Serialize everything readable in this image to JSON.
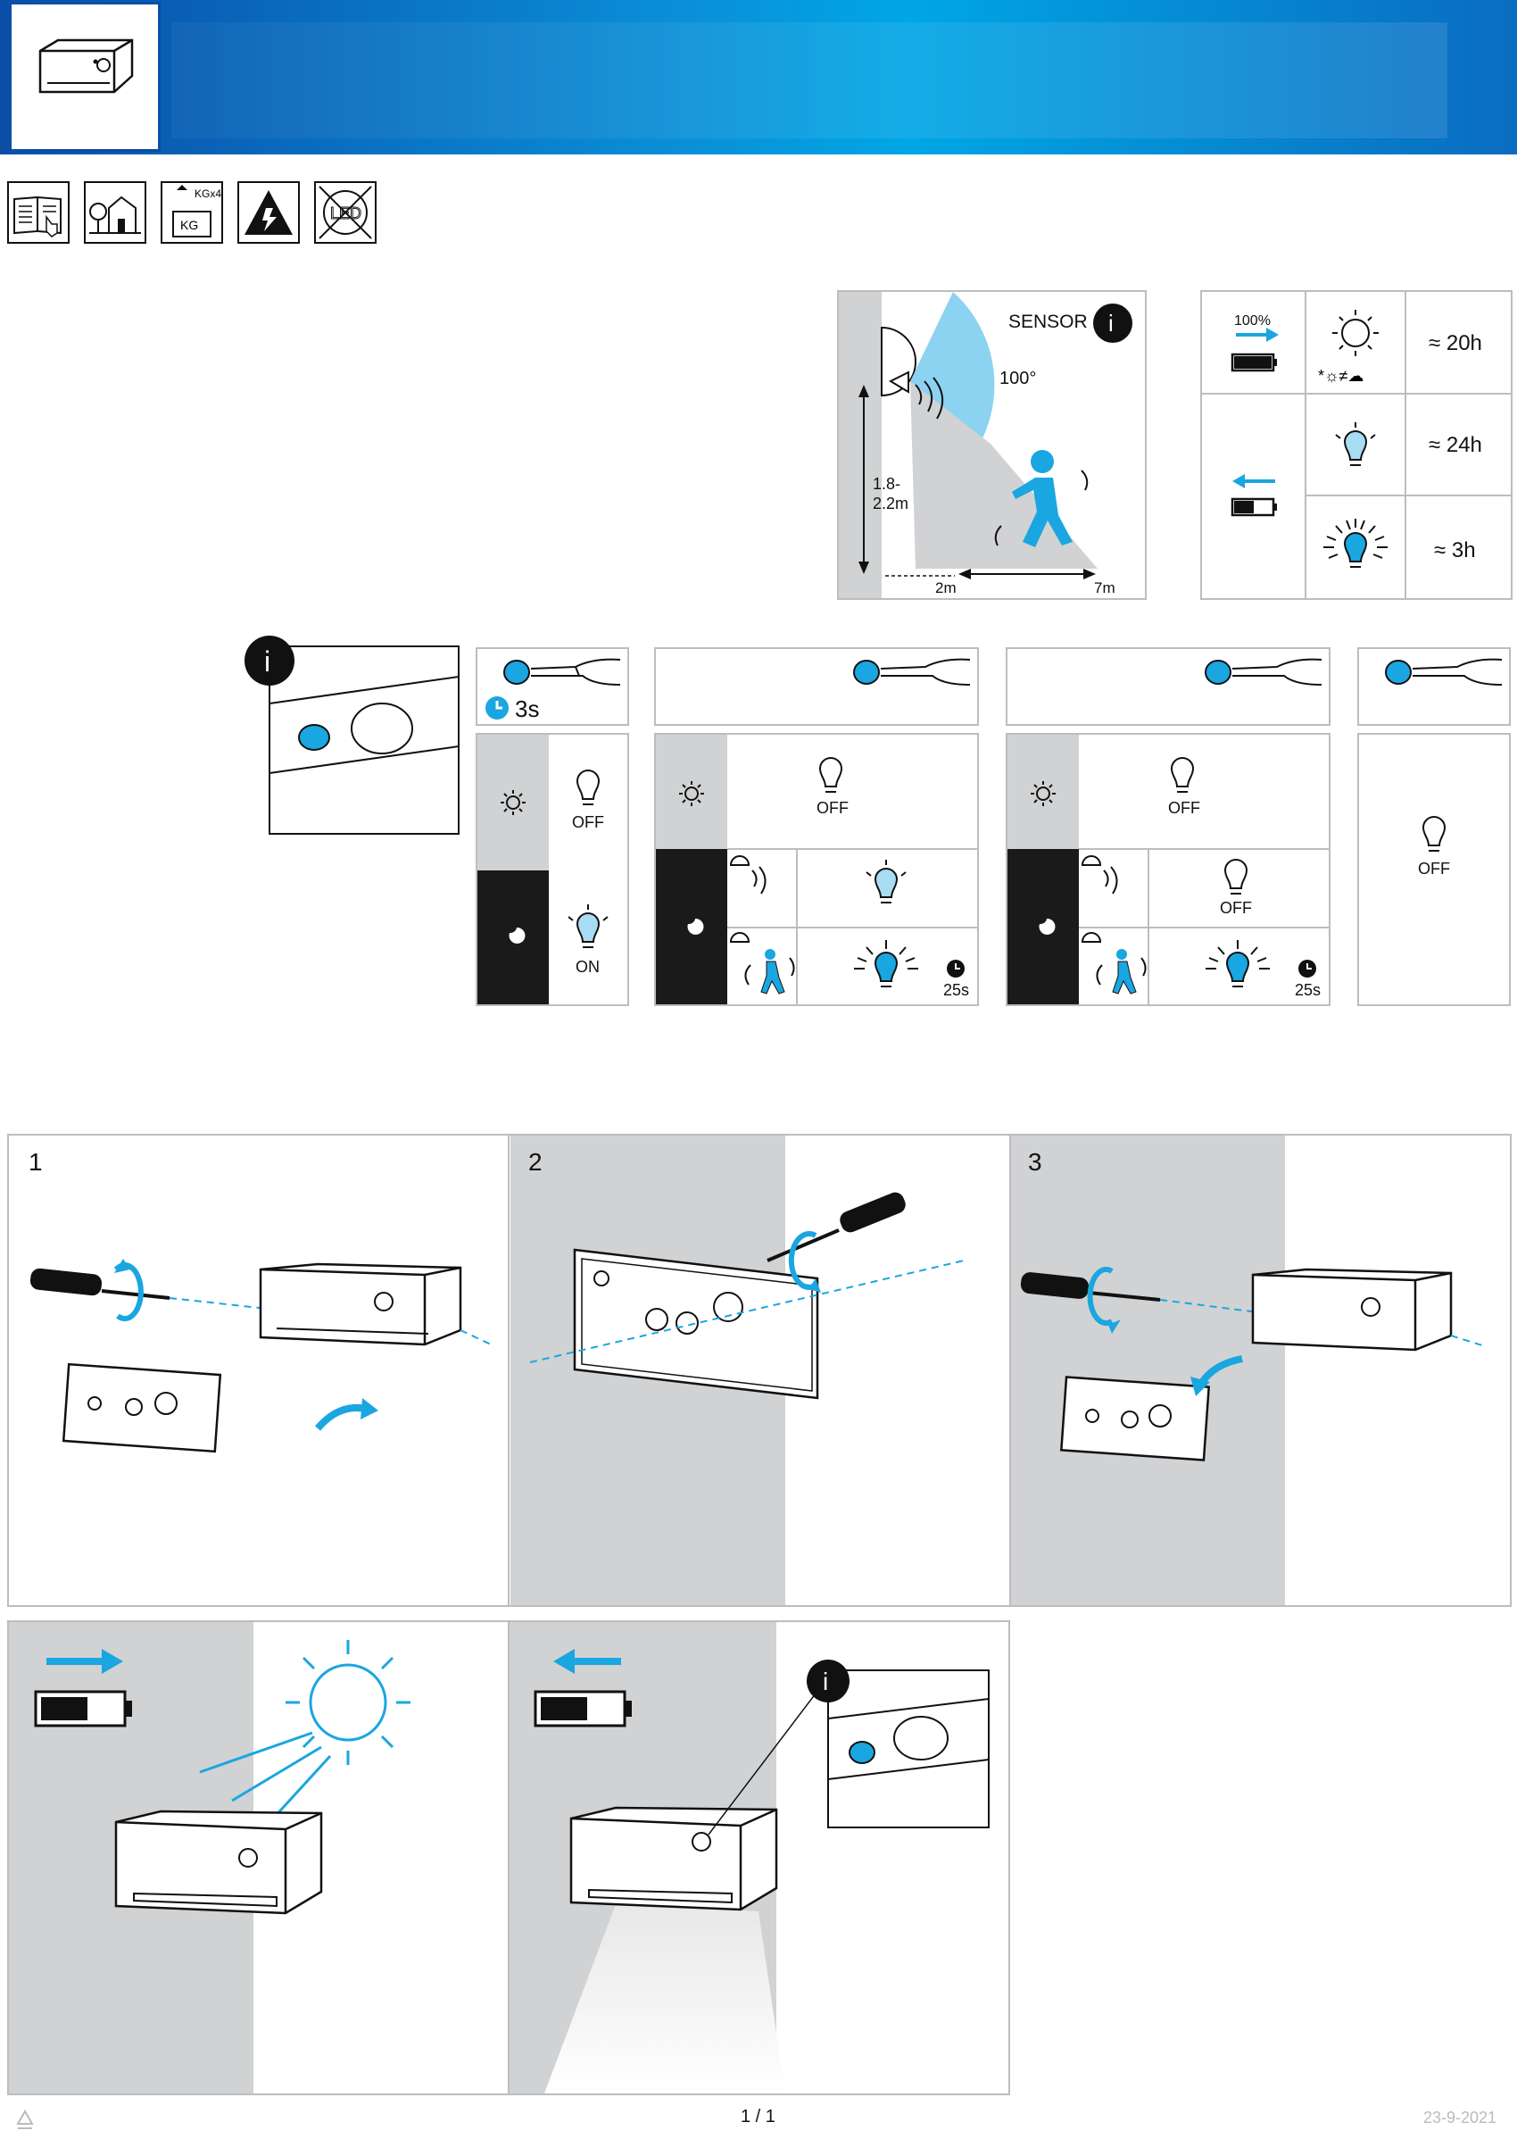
{
  "sensor": {
    "label": "SENSOR",
    "angle": "100°",
    "height": "1.8-\n2.2m",
    "dist_near": "2m",
    "dist_far": "7m"
  },
  "runtime": {
    "charge_pct": "100%",
    "rows": [
      {
        "mode": "sun-charge",
        "value": "≈ 20h"
      },
      {
        "mode": "constant-light",
        "value": "≈ 24h"
      },
      {
        "mode": "bright-light",
        "value": "≈ 3h"
      }
    ]
  },
  "modes": {
    "hold_time": "3s",
    "mode1": {
      "day": "OFF",
      "night": "ON"
    },
    "mode2": {
      "day": "OFF",
      "timer": "25s"
    },
    "mode3": {
      "day": "OFF",
      "night_idle": "OFF",
      "timer": "25s"
    },
    "mode4": {
      "state": "OFF"
    }
  },
  "steps": [
    "1",
    "2",
    "3"
  ],
  "footer": {
    "page": "1 / 1",
    "date": "23-9-2021"
  },
  "colors": {
    "brand_blue": "#0a64b4",
    "accent_blue": "#1aa6e0",
    "panel_gray": "#d1d2d4"
  }
}
